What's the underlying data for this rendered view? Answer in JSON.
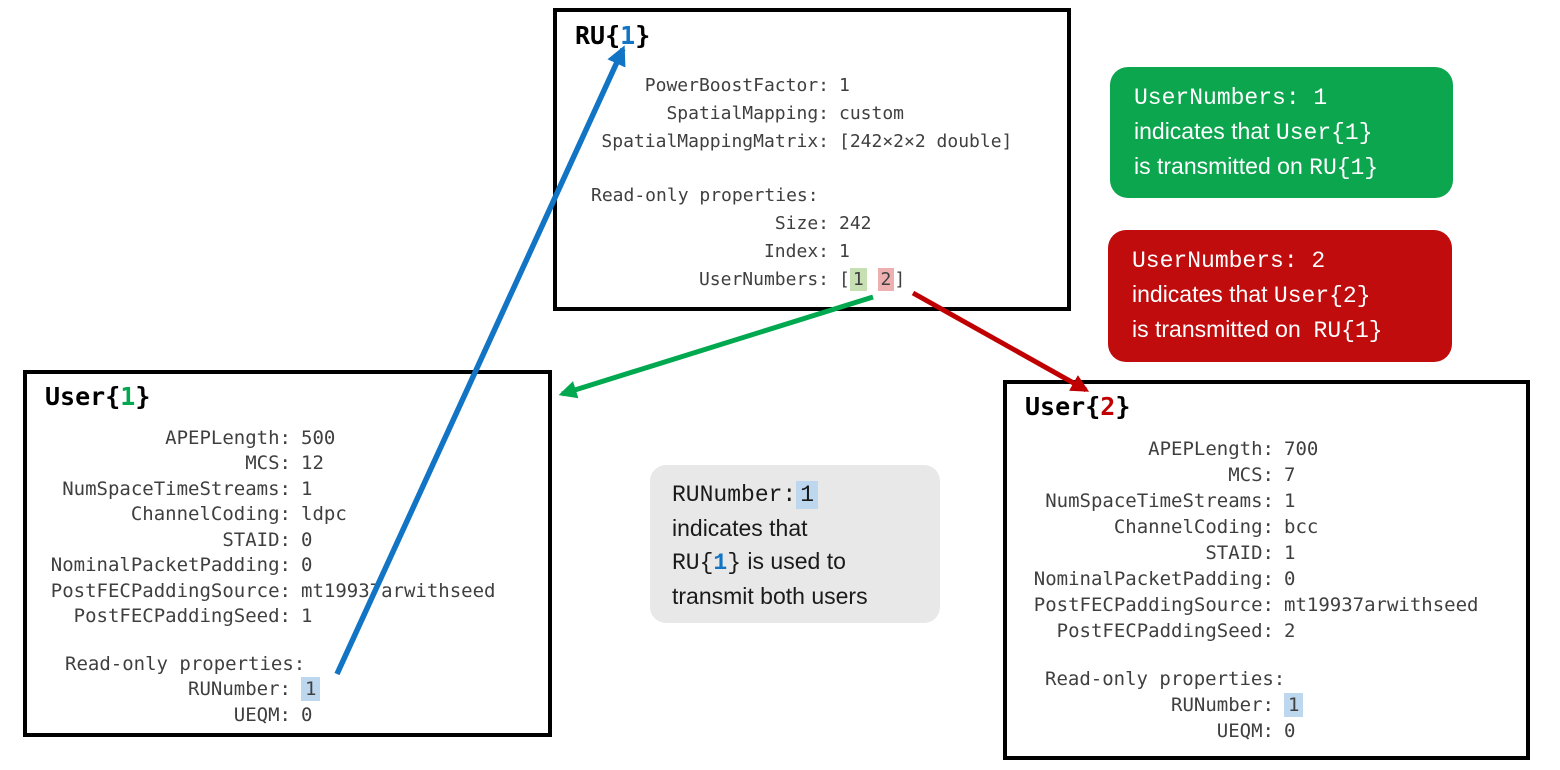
{
  "colors": {
    "accent_blue": "#1274c4",
    "accent_green": "#00a94f",
    "accent_red": "#c00000",
    "highlight_blue": "#bdd7ee",
    "highlight_green": "#c6e0b4",
    "highlight_pink": "#edafaf",
    "callout_green_bg": "#0ca64f",
    "callout_red_bg": "#c00c0c",
    "callout_gray_bg": "#e8e8e8",
    "box_border": "#000000"
  },
  "ru_box": {
    "title": {
      "pre": "RU{",
      "num": "1",
      "post": "}"
    },
    "rows": [
      {
        "name": "PowerBoostFactor:",
        "value": "1"
      },
      {
        "name": "SpatialMapping:",
        "value": "custom"
      },
      {
        "name": "SpatialMappingMatrix:",
        "value": "[242×2×2 double]"
      }
    ],
    "readonly_heading": "Read-only properties:",
    "readonly_rows": [
      {
        "name": "Size:",
        "value": "242"
      },
      {
        "name": "Index:",
        "value": "1"
      }
    ],
    "usernumbers": {
      "name": "UserNumbers:",
      "open": "[",
      "first": "1",
      "sep": " ",
      "second": "2",
      "close": "]"
    }
  },
  "user1_box": {
    "title": {
      "pre": "User{",
      "num": "1",
      "post": "}"
    },
    "rows": [
      {
        "name": "APEPLength:",
        "value": "500"
      },
      {
        "name": "MCS:",
        "value": "12"
      },
      {
        "name": "NumSpaceTimeStreams:",
        "value": "1"
      },
      {
        "name": "ChannelCoding:",
        "value": "ldpc"
      },
      {
        "name": "STAID:",
        "value": "0"
      },
      {
        "name": "NominalPacketPadding:",
        "value": "0"
      },
      {
        "name": "PostFECPaddingSource:",
        "value": "mt19937arwithseed"
      },
      {
        "name": "PostFECPaddingSeed:",
        "value": "1"
      }
    ],
    "readonly_heading": "Read-only properties:",
    "runumber": {
      "name": "RUNumber:",
      "value": "1"
    },
    "ueqm": {
      "name": "UEQM:",
      "value": "0"
    }
  },
  "user2_box": {
    "title": {
      "pre": "User{",
      "num": "2",
      "post": "}"
    },
    "rows": [
      {
        "name": "APEPLength:",
        "value": "700"
      },
      {
        "name": "MCS:",
        "value": "7"
      },
      {
        "name": "NumSpaceTimeStreams:",
        "value": "1"
      },
      {
        "name": "ChannelCoding:",
        "value": "bcc"
      },
      {
        "name": "STAID:",
        "value": "1"
      },
      {
        "name": "NominalPacketPadding:",
        "value": "0"
      },
      {
        "name": "PostFECPaddingSource:",
        "value": "mt19937arwithseed"
      },
      {
        "name": "PostFECPaddingSeed:",
        "value": "2"
      }
    ],
    "readonly_heading": "Read-only properties:",
    "runumber": {
      "name": "RUNumber:",
      "value": "1"
    },
    "ueqm": {
      "name": "UEQM:",
      "value": "0"
    }
  },
  "callout_green": {
    "line1_mono": "UserNumbers: 1",
    "line2_sans": "indicates that ",
    "line2_mono": "User{1}",
    "line3_sans": "is transmitted on ",
    "line3_mono": "RU{1}"
  },
  "callout_red": {
    "line1_mono": "UserNumbers: 2",
    "line2_sans": "indicates that ",
    "line2_mono": "User{2}",
    "line3_sans": "is transmitted on  ",
    "line3_mono": "RU{1}"
  },
  "callout_gray": {
    "line1_mono": "RUNumber:",
    "line1_hl": "1",
    "line2_sans": "indicates that",
    "line3_mono_pre": "RU{",
    "line3_mono_num": "1",
    "line3_mono_post": "}",
    "line3_sans": " is used to",
    "line4_sans": "transmit both users"
  }
}
